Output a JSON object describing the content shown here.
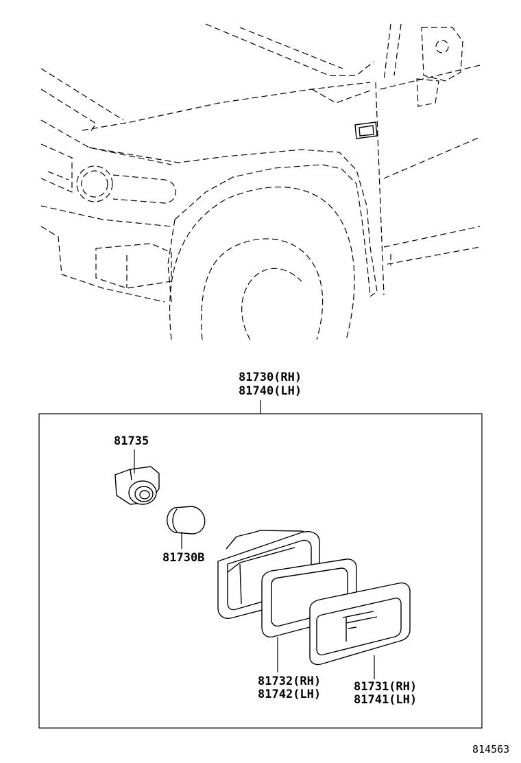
{
  "callouts": {
    "assembly_rh": "81730(RH)",
    "assembly_lh": "81740(LH)",
    "socket": "81735",
    "bulb": "81730B",
    "gasket_rh": "81732(RH)",
    "gasket_lh": "81742(LH)",
    "lens_rh": "81731(RH)",
    "lens_lh": "81741(LH)"
  },
  "catalog_number": "814563",
  "colors": {
    "line": "#000000",
    "background": "#ffffff"
  }
}
